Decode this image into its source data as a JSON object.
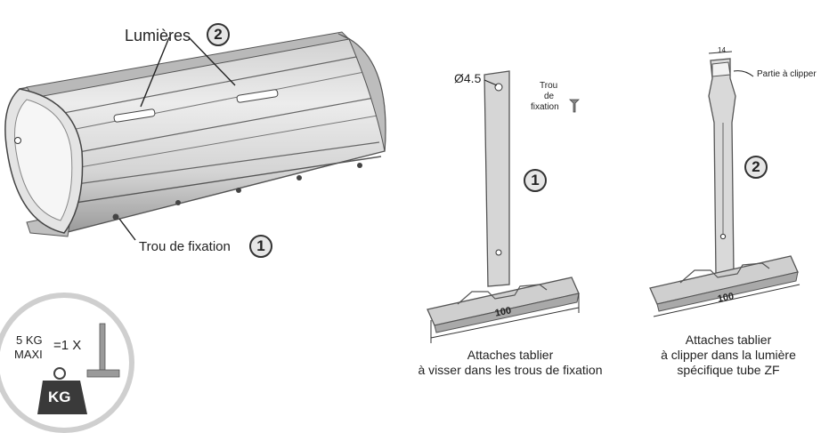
{
  "tube": {
    "lumieres_label": "Lumières",
    "lumieres_number": "2",
    "trou_label": "Trou de fixation",
    "trou_number": "1"
  },
  "weight_badge": {
    "limit_label": "5 KG",
    "limit_sub": "MAXI",
    "equals_label": "=1 X",
    "weight_label": "KG"
  },
  "attache_1": {
    "diameter_label": "Ø4.5",
    "trou_label_line1": "Trou",
    "trou_label_line2": "de",
    "trou_label_line3": "fixation",
    "number": "1",
    "dimension": "100",
    "caption_line1": "Attaches tablier",
    "caption_line2": "à visser dans les trous de fixation"
  },
  "attache_2": {
    "width_label": "14",
    "clip_label": "Partie à clipper",
    "number": "2",
    "dimension": "100",
    "caption_line1": "Attaches tablier",
    "caption_line2": "à clipper dans la lumière",
    "caption_line3": "spécifique tube ZF"
  }
}
